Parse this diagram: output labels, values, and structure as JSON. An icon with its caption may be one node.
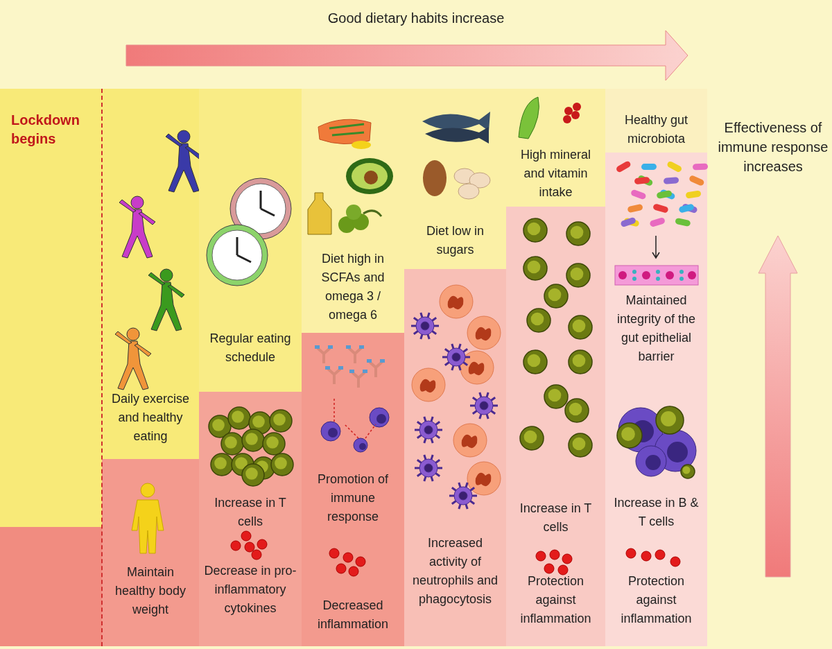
{
  "diagram": {
    "nodes": [
      {
        "text": [
          "Lockdown begins"
        ]
      },
      {
        "text": [],
        "shape": "box"
      },
      {
        "text": [
          "Daily exercise and  healthy eating"
        ]
      },
      {
        "text": [
          "Maintain healthy body weight"
        ]
      },
      {
        "text": [
          "Regular eating schedule"
        ]
      },
      {
        "text": [
          "Increase in T cells",
          "Decrease in pro-inflammatory cytokines"
        ]
      },
      {
        "text": [
          "Diet high in SCFAs and omega 3 / omega 6"
        ]
      },
      {
        "text": [
          "Promotion of immune response",
          "Decreased inflammation"
        ]
      },
      {
        "text": [
          "Diet low in sugars"
        ]
      },
      {
        "text": [
          "Increased activity of neutrophils and phagocytosis"
        ]
      },
      {
        "text": [
          "High mineral and vitamin intake"
        ]
      },
      {
        "text": [
          "Increase in T cells",
          "Protection against inflammation"
        ]
      },
      {
        "text": [
          "Healthy gut microbiota"
        ]
      },
      {
        "text": [
          "Maintained integrity of the gut epithelial barrier",
          "Increase  in B & T cells",
          "Protection against inflammation"
        ]
      }
    ],
    "labels": [
      "Good dietary habits increase",
      "Effectiveness of immune response increases"
    ]
  }
}
